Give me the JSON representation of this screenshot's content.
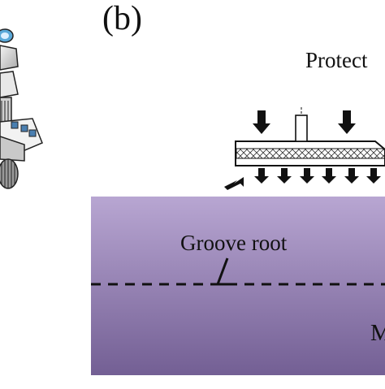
{
  "figure": {
    "panel_label": "(b)",
    "top_label": "Protect",
    "groove_label": "Groove root",
    "right_label": "M",
    "colors": {
      "block_top": "#b8a6d2",
      "block_bottom": "#735f94",
      "dashed_line": "#111111",
      "arrow": "#111111",
      "hatch": "#333333"
    }
  }
}
